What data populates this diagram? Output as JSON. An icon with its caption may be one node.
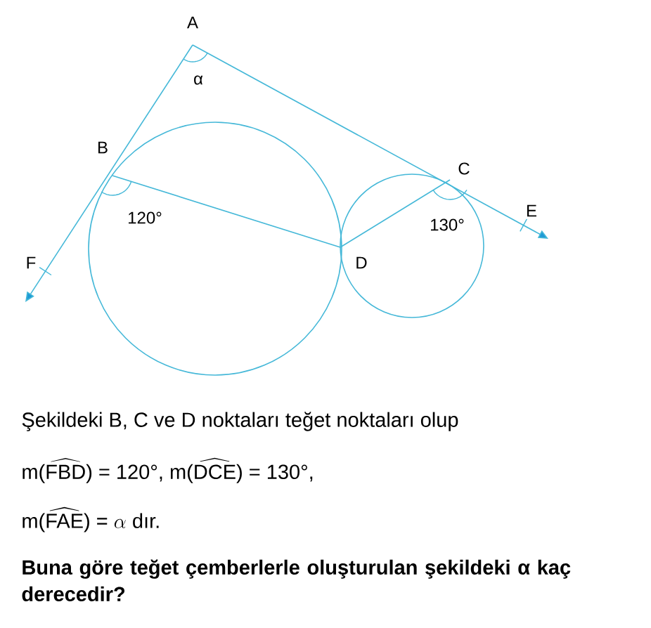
{
  "diagram": {
    "labels": [
      "A",
      "α",
      "B",
      "C",
      "E",
      "120°",
      "130°",
      "F",
      "D",
      "Şekildeki B, C ve D noktaları teğet noktaları olup",
      "\\text{m(}\\widehat{\\text{FBD}}\\text{) = 120°, m(}\\widehat{\\text{DCE}}\\text{) = 130°,}",
      "\\text{m(}\\widehat{\\text{FAE}}\\text{) = }\\alpha\\text{ dır.}",
      "Buna göre teğet çemberlerle oluşturulan şekildeki α kaç derecedir?"
    ]
  }
}
